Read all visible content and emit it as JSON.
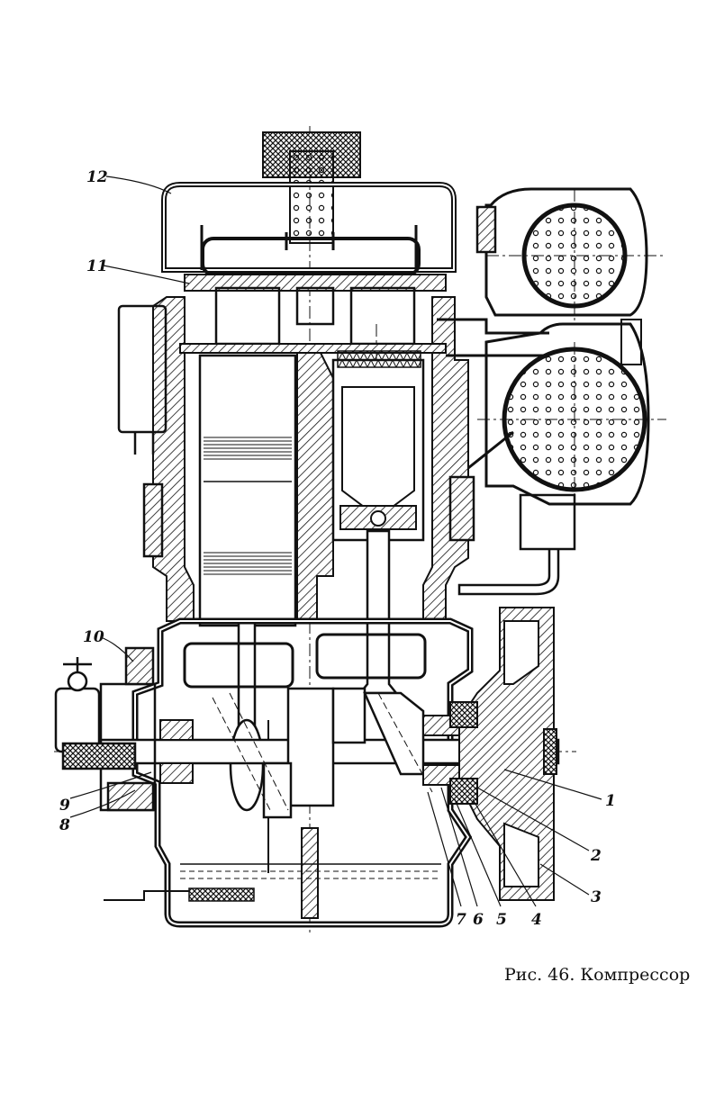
{
  "figure": {
    "caption": "Рис. 46. Компрессор",
    "callouts": [
      "1",
      "2",
      "3",
      "4",
      "5",
      "6",
      "7",
      "8",
      "9",
      "10",
      "11",
      "12"
    ]
  }
}
